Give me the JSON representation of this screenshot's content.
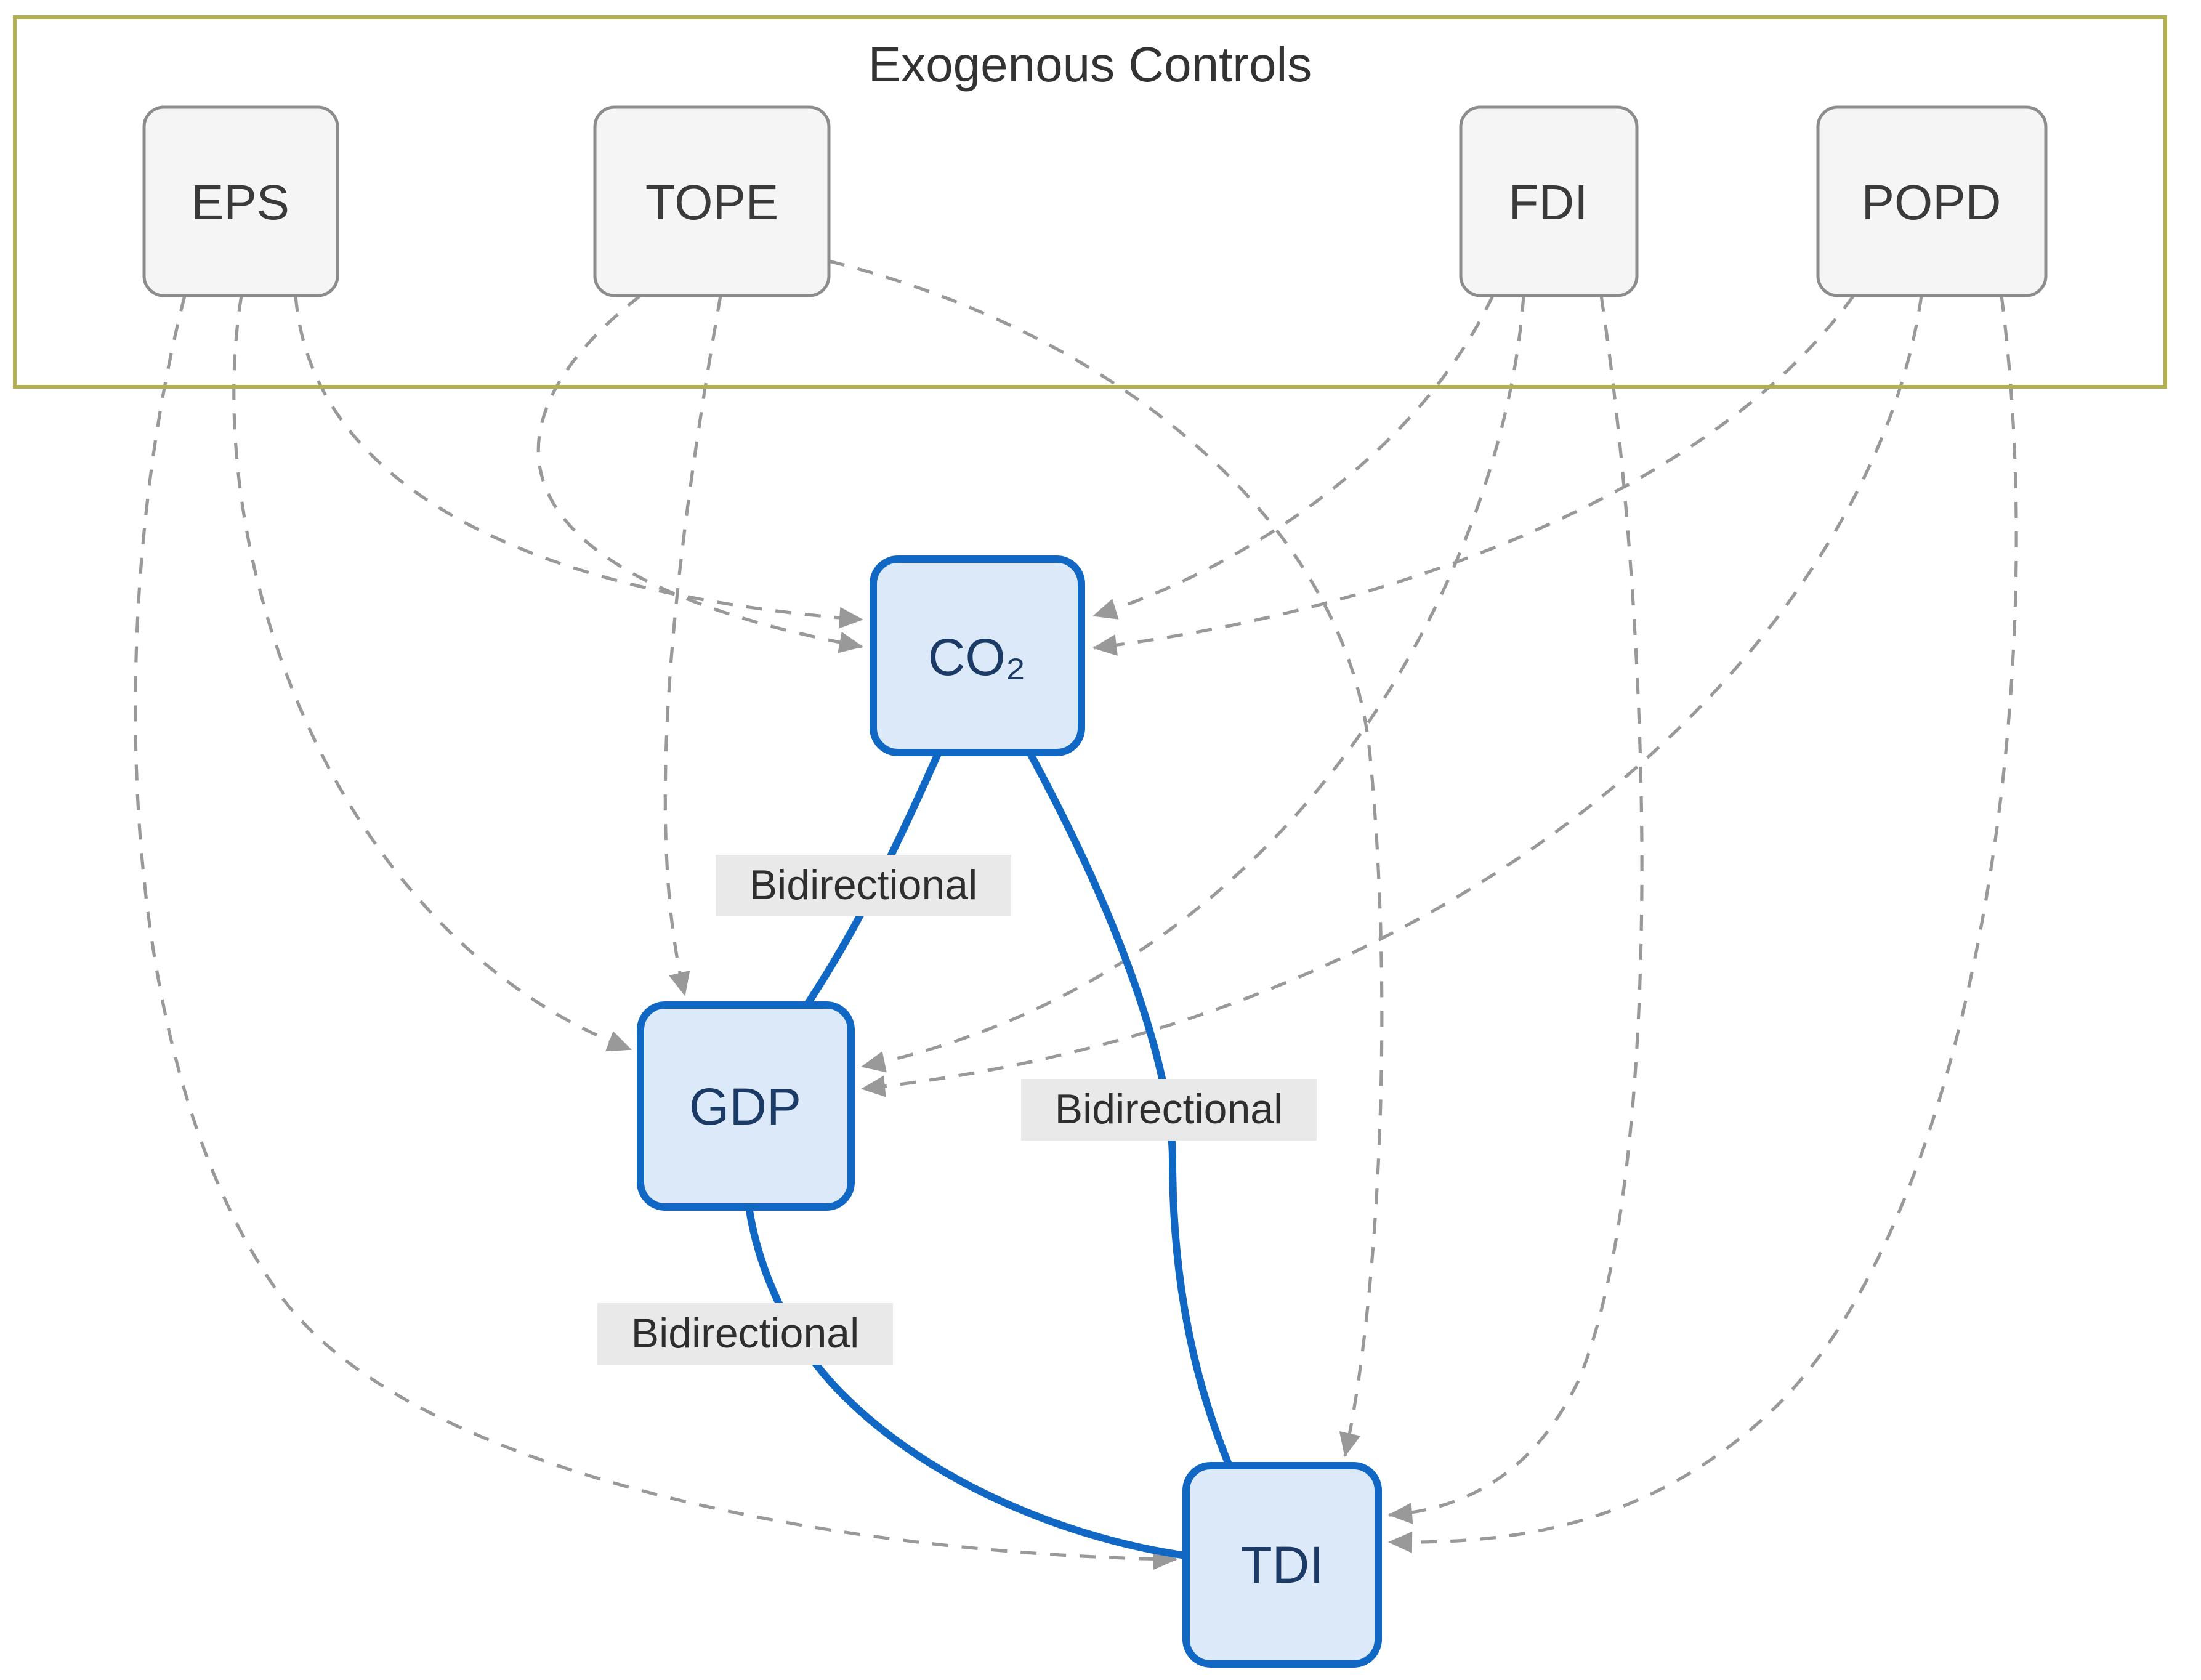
{
  "diagram": {
    "type": "flowchart",
    "container": {
      "label": "Exogenous Controls",
      "fill_color": "#fcfcdc",
      "border_color": "#b3b14d"
    },
    "exogenous_nodes": [
      {
        "id": "EPS",
        "label": "EPS"
      },
      {
        "id": "TOPE",
        "label": "TOPE"
      },
      {
        "id": "FDI",
        "label": "FDI"
      },
      {
        "id": "POPD",
        "label": "POPD"
      }
    ],
    "endogenous_nodes": [
      {
        "id": "CO2",
        "label": "CO₂"
      },
      {
        "id": "GDP",
        "label": "GDP"
      },
      {
        "id": "TDI",
        "label": "TDI"
      }
    ],
    "edges": {
      "bidirectional": [
        {
          "from": "CO2",
          "to": "GDP",
          "label": "Bidirectional",
          "style": "solid-blue"
        },
        {
          "from": "CO2",
          "to": "TDI",
          "label": "Bidirectional",
          "style": "solid-blue"
        },
        {
          "from": "GDP",
          "to": "TDI",
          "label": "Bidirectional",
          "style": "solid-blue"
        }
      ],
      "exogenous_to_endogenous": [
        {
          "from": "EPS",
          "to": "CO2",
          "style": "dashed-gray-arrow"
        },
        {
          "from": "EPS",
          "to": "GDP",
          "style": "dashed-gray-arrow"
        },
        {
          "from": "EPS",
          "to": "TDI",
          "style": "dashed-gray-arrow"
        },
        {
          "from": "TOPE",
          "to": "CO2",
          "style": "dashed-gray-arrow"
        },
        {
          "from": "TOPE",
          "to": "GDP",
          "style": "dashed-gray-arrow"
        },
        {
          "from": "TOPE",
          "to": "TDI",
          "style": "dashed-gray-arrow"
        },
        {
          "from": "FDI",
          "to": "CO2",
          "style": "dashed-gray-arrow"
        },
        {
          "from": "FDI",
          "to": "GDP",
          "style": "dashed-gray-arrow"
        },
        {
          "from": "FDI",
          "to": "TDI",
          "style": "dashed-gray-arrow"
        },
        {
          "from": "POPD",
          "to": "CO2",
          "style": "dashed-gray-arrow"
        },
        {
          "from": "POPD",
          "to": "GDP",
          "style": "dashed-gray-arrow"
        },
        {
          "from": "POPD",
          "to": "TDI",
          "style": "dashed-gray-arrow"
        }
      ]
    },
    "colors": {
      "endogenous_fill": "#dbe9f8",
      "endogenous_border": "#1168c4",
      "endogenous_text": "#1b3a66",
      "exogenous_fill": "#f5f5f5",
      "exogenous_border": "#8c8c8c",
      "dashed_edge": "#999999",
      "solid_edge": "#1168c4",
      "edge_label_bg": "#e9e9e9",
      "text": "#333333",
      "background": "#ffffff"
    }
  }
}
